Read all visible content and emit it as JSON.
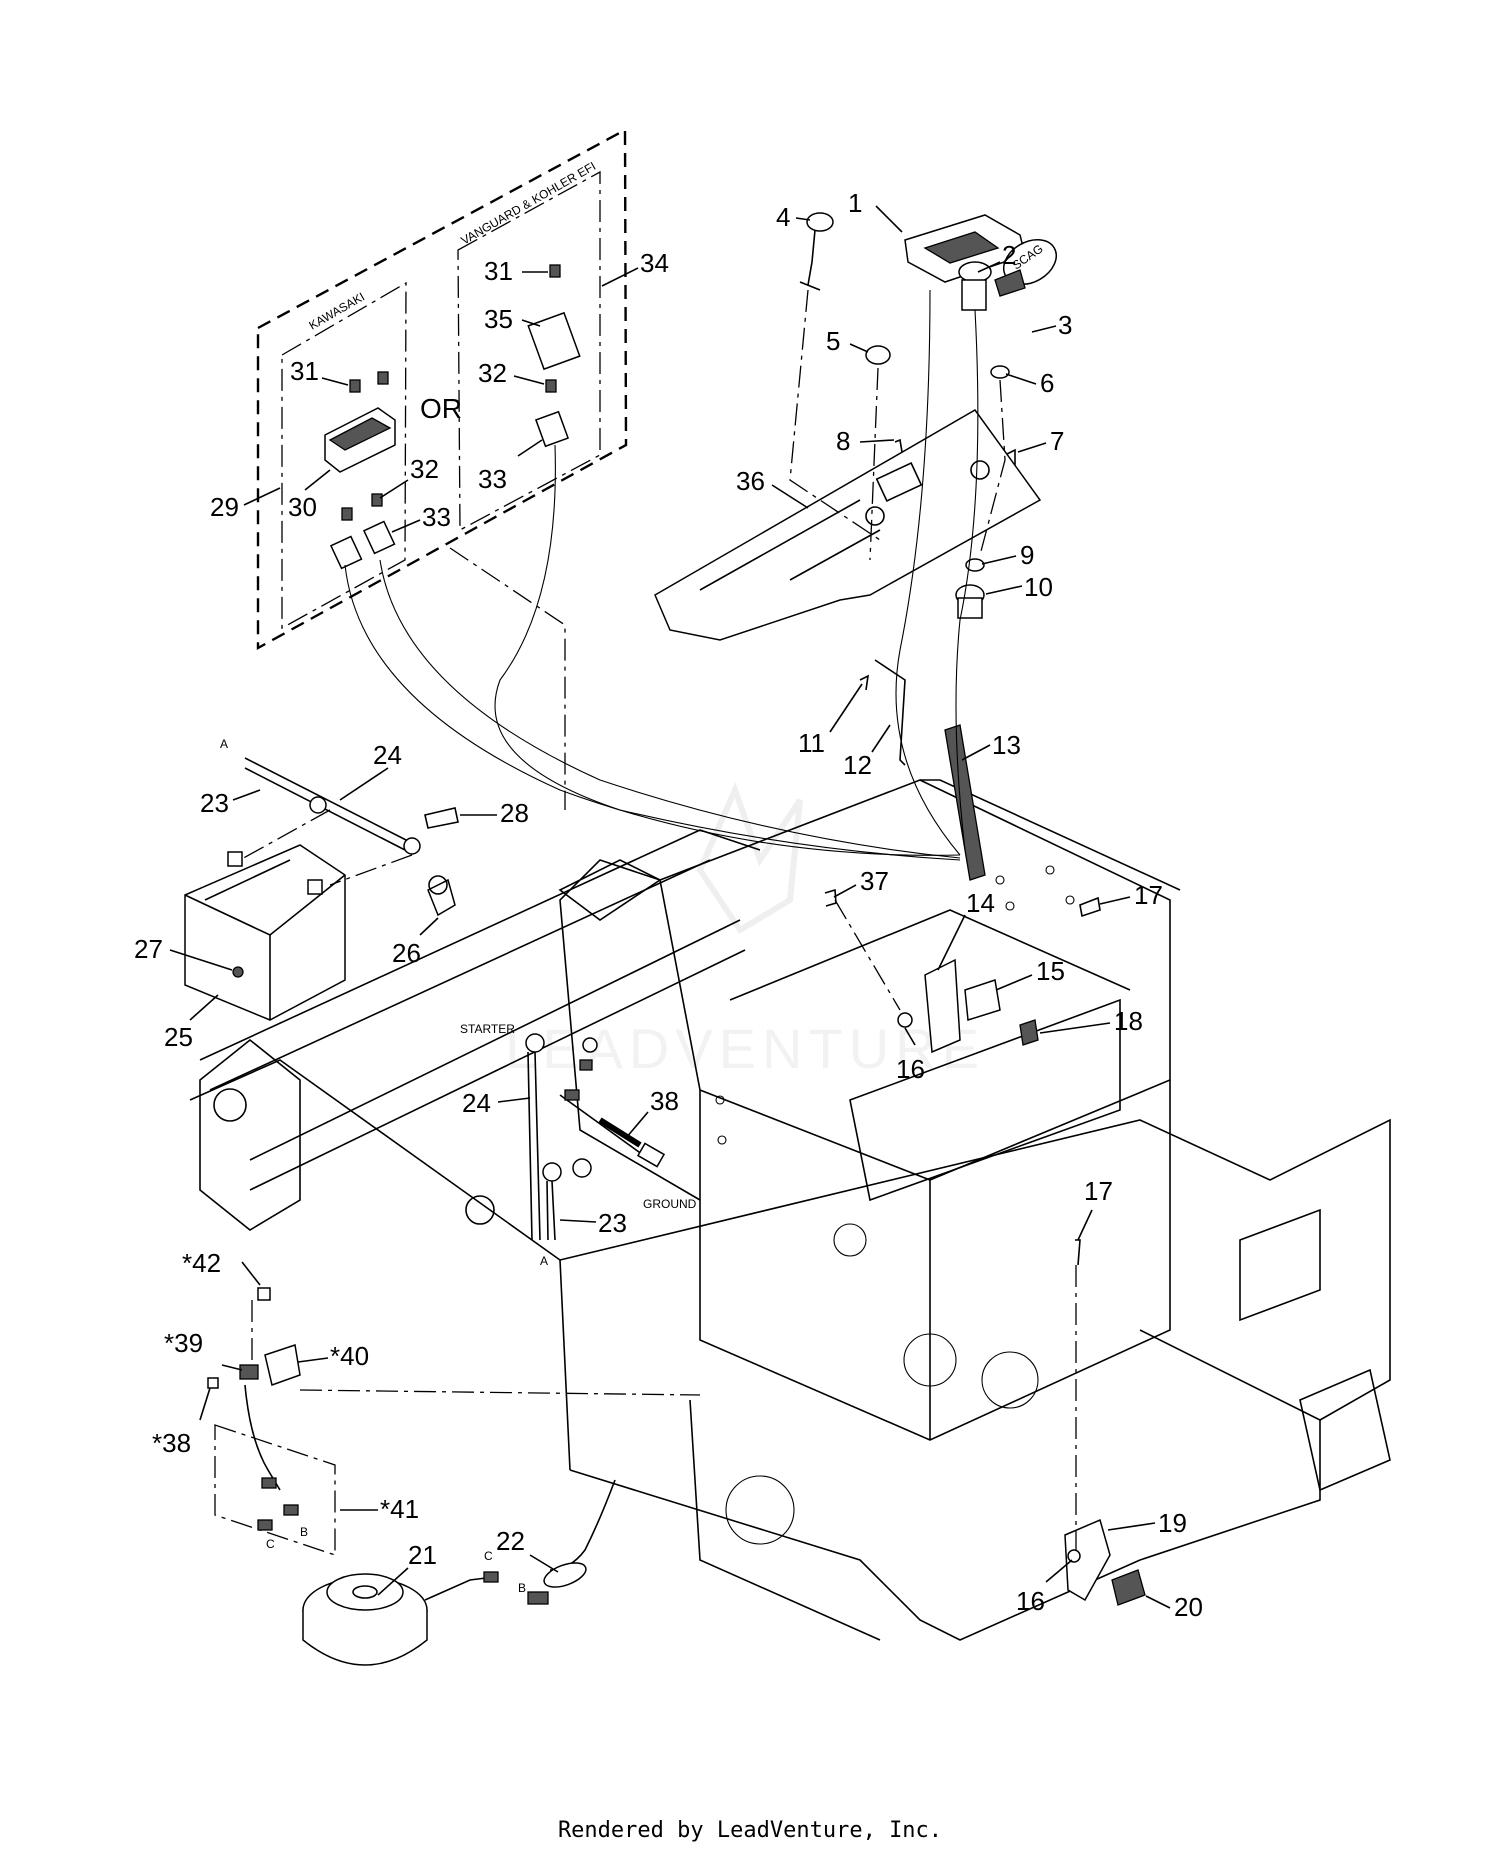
{
  "callouts": [
    {
      "id": "c1",
      "text": "1"
    },
    {
      "id": "c2",
      "text": "2"
    },
    {
      "id": "c3",
      "text": "3"
    },
    {
      "id": "c4",
      "text": "4"
    },
    {
      "id": "c5",
      "text": "5"
    },
    {
      "id": "c6",
      "text": "6"
    },
    {
      "id": "c7",
      "text": "7"
    },
    {
      "id": "c8",
      "text": "8"
    },
    {
      "id": "c9",
      "text": "9"
    },
    {
      "id": "c10",
      "text": "10"
    },
    {
      "id": "c11",
      "text": "11"
    },
    {
      "id": "c12",
      "text": "12"
    },
    {
      "id": "c13",
      "text": "13"
    },
    {
      "id": "c14",
      "text": "14"
    },
    {
      "id": "c15",
      "text": "15"
    },
    {
      "id": "c16a",
      "text": "16"
    },
    {
      "id": "c16b",
      "text": "16"
    },
    {
      "id": "c17a",
      "text": "17"
    },
    {
      "id": "c17b",
      "text": "17"
    },
    {
      "id": "c18",
      "text": "18"
    },
    {
      "id": "c19",
      "text": "19"
    },
    {
      "id": "c20",
      "text": "20"
    },
    {
      "id": "c21",
      "text": "21"
    },
    {
      "id": "c22",
      "text": "22"
    },
    {
      "id": "c23a",
      "text": "23"
    },
    {
      "id": "c23b",
      "text": "23"
    },
    {
      "id": "c24a",
      "text": "24"
    },
    {
      "id": "c24b",
      "text": "24"
    },
    {
      "id": "c25",
      "text": "25"
    },
    {
      "id": "c26",
      "text": "26"
    },
    {
      "id": "c27",
      "text": "27"
    },
    {
      "id": "c28",
      "text": "28"
    },
    {
      "id": "c29",
      "text": "29"
    },
    {
      "id": "c30",
      "text": "30"
    },
    {
      "id": "c31a",
      "text": "31"
    },
    {
      "id": "c31b",
      "text": "31"
    },
    {
      "id": "c32a",
      "text": "32"
    },
    {
      "id": "c32b",
      "text": "32"
    },
    {
      "id": "c33a",
      "text": "33"
    },
    {
      "id": "c33b",
      "text": "33"
    },
    {
      "id": "c34",
      "text": "34"
    },
    {
      "id": "c35",
      "text": "35"
    },
    {
      "id": "c36",
      "text": "36"
    },
    {
      "id": "c37",
      "text": "37"
    },
    {
      "id": "c38",
      "text": "38"
    },
    {
      "id": "c38s",
      "text": "*38"
    },
    {
      "id": "c39",
      "text": "*39"
    },
    {
      "id": "c40",
      "text": "*40"
    },
    {
      "id": "c41",
      "text": "*41"
    },
    {
      "id": "c42",
      "text": "*42"
    }
  ],
  "labels": {
    "kawasaki": "KAWASAKI",
    "vanguard": "VANGUARD & KOHLER EFI",
    "or": "OR",
    "starter": "STARTER",
    "ground": "GROUND",
    "a_top": "A",
    "a_bottom": "A",
    "b_harness": "B",
    "b_box": "B",
    "c_box": "C",
    "c_clutch": "C",
    "scag_key": "SCAG"
  },
  "watermark": "LEADVENTURE",
  "footer": "Rendered by LeadVenture, Inc.",
  "colors": {
    "line": "#000000",
    "background": "#ffffff",
    "watermark": "#e6e6e6"
  }
}
